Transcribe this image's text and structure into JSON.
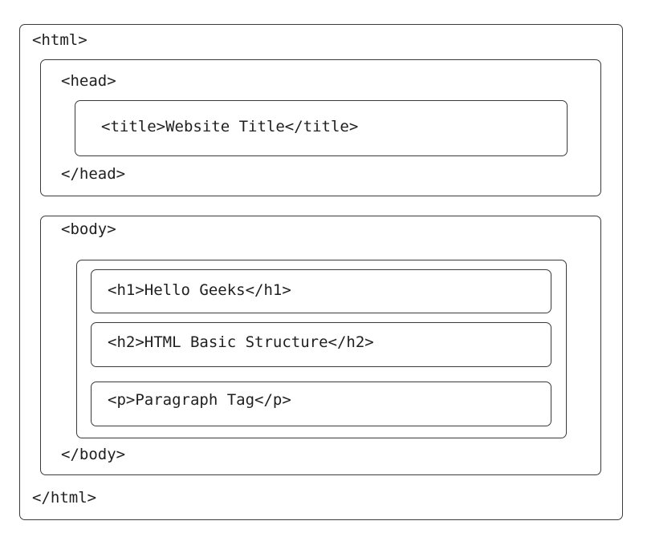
{
  "html": {
    "open": "<html>",
    "close": "</html>"
  },
  "head": {
    "open": "<head>",
    "close": "</head>",
    "title_element": "<title>Website Title</title>"
  },
  "body": {
    "open": "<body>",
    "close": "</body>",
    "children": [
      "<h1>Hello Geeks</h1>",
      "<h2>HTML Basic Structure</h2>",
      "<p>Paragraph Tag</p>"
    ]
  }
}
